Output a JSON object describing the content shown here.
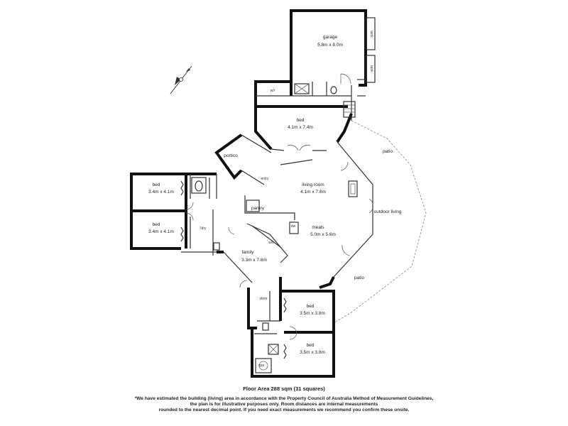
{
  "rooms": {
    "garage": {
      "name": "garage",
      "dims": "5.8m x 8.0m"
    },
    "tank1": "tank",
    "tank2": "tank",
    "wir": "w/r",
    "bed_master": {
      "name": "bed",
      "dims": "4.1m x 7.4m"
    },
    "portico": "portico",
    "entry": "entry",
    "living": {
      "name": "living room",
      "dims": "4.1m x 7.8m"
    },
    "patio_top": "patio",
    "patio_bottom": "patio",
    "outdoor_living": "outdoor living",
    "bed_w1": {
      "name": "bed",
      "dims": "3.4m x 4.1m"
    },
    "bed_w2": {
      "name": "bed",
      "dims": "3.4m x 4.1m"
    },
    "pantry": "pantry",
    "ldry": "l'dry",
    "meals": {
      "name": "meals",
      "dims": "5.0m x 5.6m"
    },
    "family": {
      "name": "family",
      "dims": "3.3m x 7.8m"
    },
    "store": "store",
    "bed_s1": {
      "name": "bed",
      "dims": "3.5m x 3.8m"
    },
    "bed_s2": {
      "name": "bed",
      "dims": "3.5m x 3.8m"
    },
    "spa": "spa",
    "dw": "dw",
    "wo": "w/o"
  },
  "footer": {
    "floor_area": "Floor Area 288 sqm (31 squares)",
    "disclaimer_1": "*We have estimated the building (living) area in accordance with the Property Council of Australia Method of Measurement Guidelines,",
    "disclaimer_2": "the plan is for illustrative purposes only. Room distances are internal measurements",
    "disclaimer_3": "rounded to the nearest decimal point. If you need exact measurements we recommend you confirm these onsite."
  }
}
